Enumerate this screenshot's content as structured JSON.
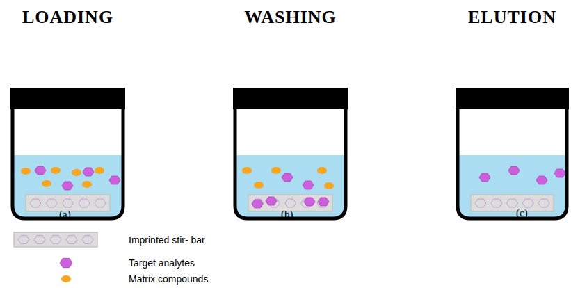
{
  "diagram": {
    "nodes": [
      {
        "text": [
          "LOADING"
        ]
      },
      {
        "text": [
          "WASHING"
        ]
      },
      {
        "text": [
          "ELUTION"
        ]
      }
    ],
    "edges": [
      {
        "from": 0,
        "to": 1,
        "arrow": "to"
      },
      {
        "from": 1,
        "to": 2,
        "arrow": "to"
      }
    ],
    "labels": [
      "(a)",
      "(b)",
      "(c)"
    ],
    "legend": [
      {
        "text": "Imprinted stir- bar"
      },
      {
        "text": "Target analytes"
      },
      {
        "text": "Matrix compounds"
      }
    ]
  }
}
